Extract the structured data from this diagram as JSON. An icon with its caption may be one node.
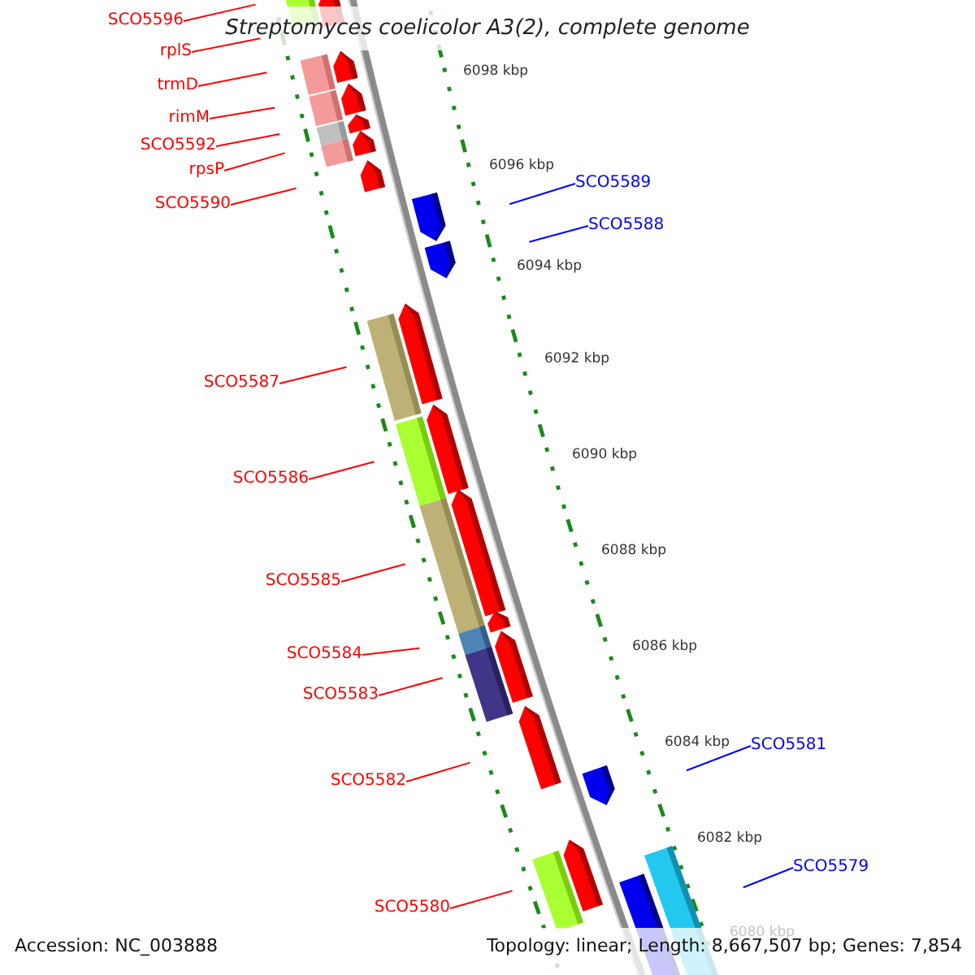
{
  "diagram": {
    "title": "Streptomyces coelicolor A3(2), complete genome",
    "nodes": [
      {
        "text": [
          "SCO5596"
        ]
      },
      {
        "text": [
          "rplS"
        ]
      },
      {
        "text": [
          "trmD"
        ]
      },
      {
        "text": [
          "rimM"
        ]
      },
      {
        "text": [
          "SCO5592"
        ]
      },
      {
        "text": [
          "rpsP"
        ]
      },
      {
        "text": [
          "SCO5589"
        ]
      },
      {
        "text": [
          "SCO5590"
        ]
      },
      {
        "text": [
          "SCO5588"
        ]
      },
      {
        "text": [
          "SCO5587"
        ]
      },
      {
        "text": [
          "SCO5586"
        ]
      },
      {
        "text": [
          "SCO5585"
        ]
      },
      {
        "text": [
          "SCO5584"
        ]
      },
      {
        "text": [
          "SCO5583"
        ]
      },
      {
        "text": [
          "SCO5581"
        ]
      },
      {
        "text": [
          "SCO5582"
        ]
      },
      {
        "text": [
          "SCO5579"
        ]
      },
      {
        "text": [
          "SCO5580"
        ]
      }
    ],
    "edges": [
      {
        "from": 0,
        "to": null,
        "arrow": "none"
      },
      {
        "from": 1,
        "to": null,
        "arrow": "none"
      },
      {
        "from": 2,
        "to": null,
        "arrow": "none"
      },
      {
        "from": 3,
        "to": null,
        "arrow": "none"
      },
      {
        "from": 4,
        "to": null,
        "arrow": "none"
      },
      {
        "from": 5,
        "to": null,
        "arrow": "none"
      },
      {
        "from": 6,
        "to": null,
        "arrow": "none",
        "color": "#0000ff"
      },
      {
        "from": 7,
        "to": null,
        "arrow": "none"
      },
      {
        "from": 8,
        "to": null,
        "arrow": "none",
        "color": "#0000ff"
      },
      {
        "from": 9,
        "to": null,
        "arrow": "none"
      },
      {
        "from": 10,
        "to": null,
        "arrow": "none"
      },
      {
        "from": 11,
        "to": null,
        "arrow": "none"
      },
      {
        "from": 12,
        "to": null,
        "arrow": "none"
      },
      {
        "from": 13,
        "to": null,
        "arrow": "none"
      },
      {
        "from": 14,
        "to": null,
        "arrow": "none",
        "color": "#0000ff"
      },
      {
        "from": 15,
        "to": null,
        "arrow": "none"
      },
      {
        "from": 16,
        "to": null,
        "arrow": "none",
        "color": "#0000ff"
      },
      {
        "from": 17,
        "to": null,
        "arrow": "none"
      }
    ],
    "labels": [
      "6098 kbp",
      "6096 kbp",
      "6094 kbp",
      "6092 kbp",
      "6090 kbp",
      "6088 kbp",
      "6086 kbp",
      "6084 kbp",
      "6082 kbp",
      "6080 kbp",
      "Accession: NC_003888",
      "Topology: linear; Length: 8,667,507 bp; Genes: 7,854"
    ]
  }
}
